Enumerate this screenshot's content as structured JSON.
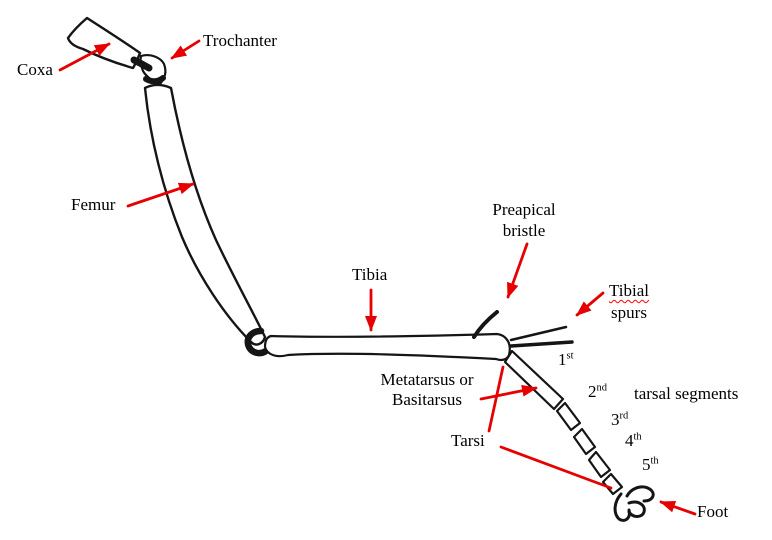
{
  "diagram": {
    "subject": "insect leg anatomy",
    "colors": {
      "ink": "#151515",
      "arrow_red": "#e60000",
      "spellcheck_underline_red": "#ff0000",
      "background": "#ffffff"
    },
    "labels": {
      "coxa": "Coxa",
      "trochanter": "Trochanter",
      "femur": "Femur",
      "tibia": "Tibia",
      "preapical_bristle": {
        "line1": "Preapical",
        "line2": "bristle"
      },
      "tibial_spurs": {
        "line1": "Tibial",
        "line2": "spurs"
      },
      "metatarsus": {
        "line1": "Metatarsus or",
        "line2": "Basitarsus"
      },
      "tarsi": "Tarsi",
      "foot": "Foot",
      "tarsal_segments": "tarsal segments"
    },
    "ordinals": [
      {
        "base": "1",
        "sup": "st"
      },
      {
        "base": "2",
        "sup": "nd"
      },
      {
        "base": "3",
        "sup": "rd"
      },
      {
        "base": "4",
        "sup": "th"
      },
      {
        "base": "5",
        "sup": "th"
      }
    ]
  }
}
